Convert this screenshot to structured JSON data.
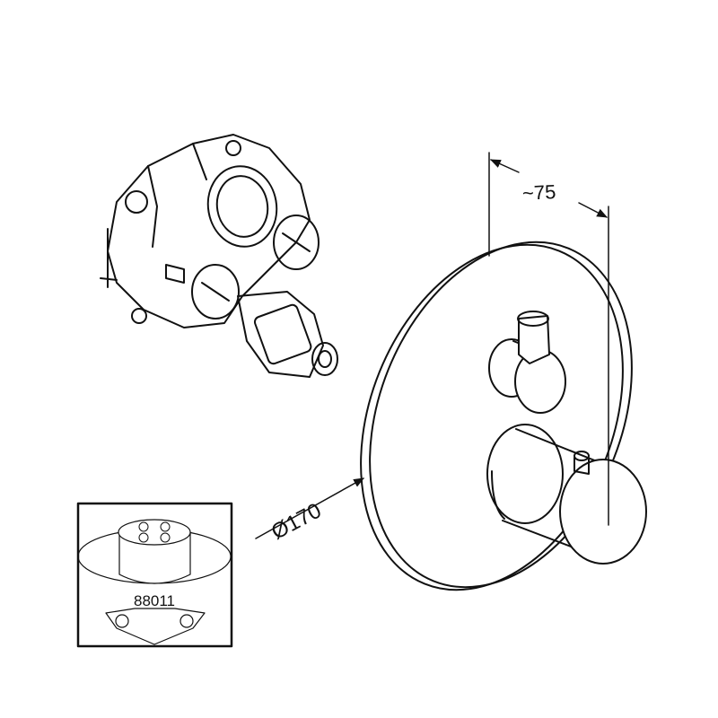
{
  "dimensions": {
    "depth_label": "~75",
    "diameter_label": "Ø170"
  },
  "inset": {
    "part_number": "88011"
  },
  "colors": {
    "line": "#111111",
    "background": "#ffffff"
  }
}
